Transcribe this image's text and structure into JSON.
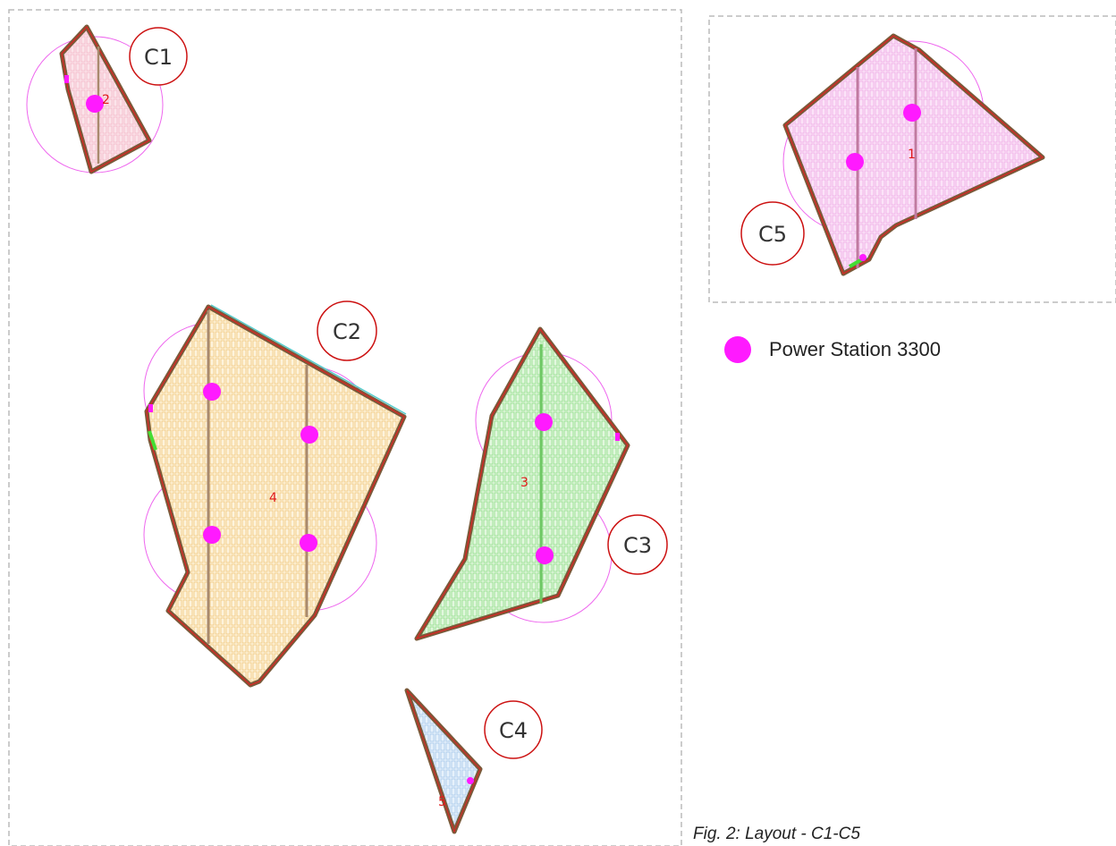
{
  "colors": {
    "power_station": "#ff1aff",
    "border_outer": "#7a5a3a",
    "border_line": "#dd2222",
    "label_ring": "#cc1111",
    "coverage_ring": "#ee66ee",
    "block_c1": "#f3b6c6",
    "block_c2": "#f8dfa6",
    "block_c3": "#a8e8a0",
    "block_c4": "#bcd8f2",
    "block_c5": "#f4b6ef",
    "frame": "#bbbbbb"
  },
  "blocks": [
    {
      "id": "C1",
      "label": "C1",
      "number": "2"
    },
    {
      "id": "C2",
      "label": "C2",
      "number": "4"
    },
    {
      "id": "C3",
      "label": "C3",
      "number": "3"
    },
    {
      "id": "C4",
      "label": "C4",
      "number": "5"
    },
    {
      "id": "C5",
      "label": "C5",
      "number": "1"
    }
  ],
  "legend": {
    "label": "Power Station 3300",
    "icon": "power-station-dot"
  },
  "caption": "Fig. 2: Layout - C1-C5"
}
